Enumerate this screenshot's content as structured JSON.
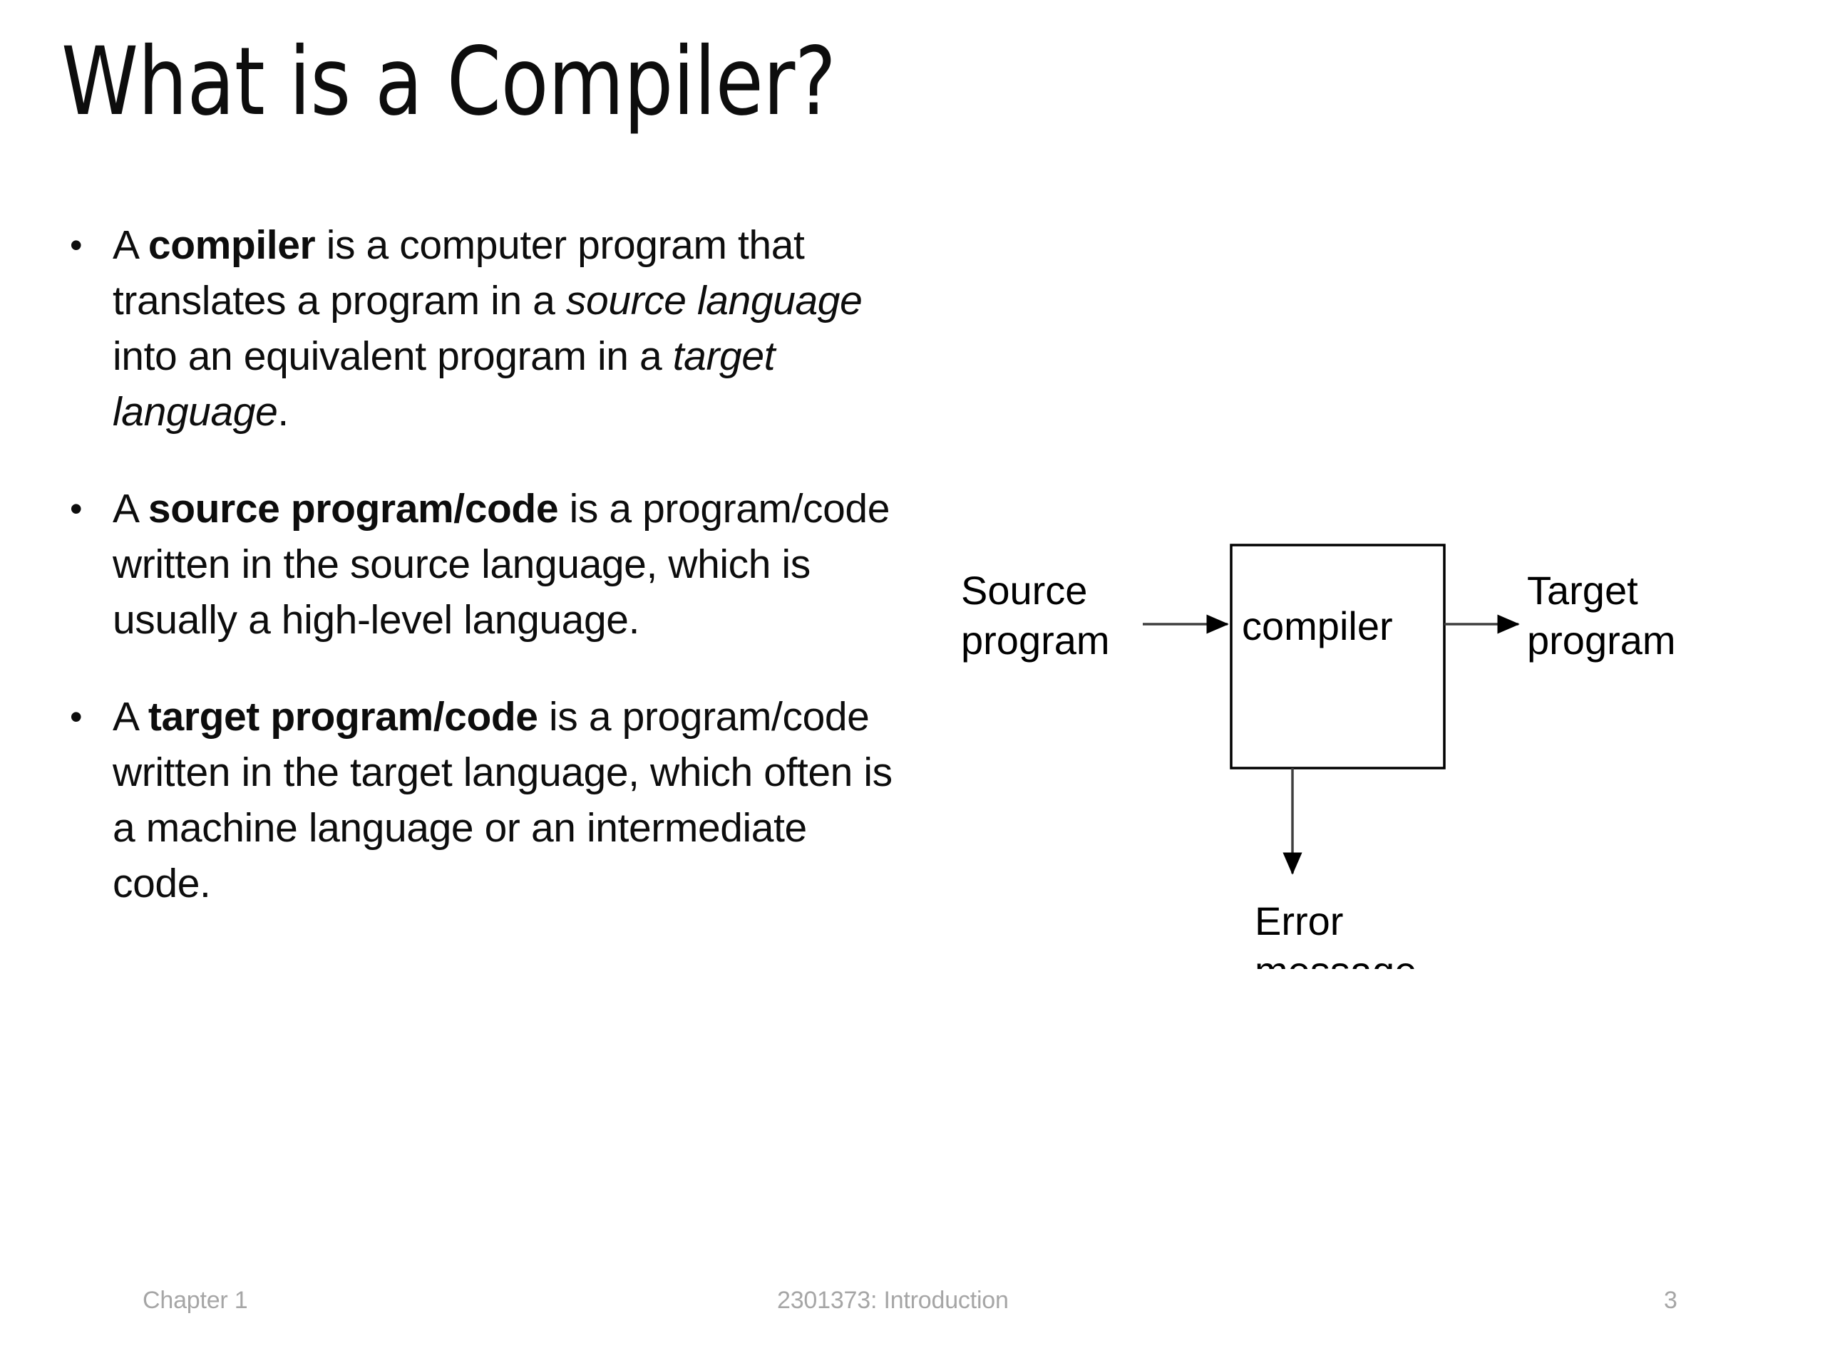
{
  "slide": {
    "title": "What is a Compiler?",
    "background_color": "#ffffff",
    "text_color": "#0d0d0d"
  },
  "bullets": [
    {
      "marker": "•",
      "segments": [
        {
          "text": "A ",
          "style": "normal"
        },
        {
          "text": "compiler",
          "style": "bold"
        },
        {
          "text": " is a computer program that translates a program in a ",
          "style": "normal"
        },
        {
          "text": "source language",
          "style": "italic"
        },
        {
          "text": " into an equivalent program in a ",
          "style": "normal"
        },
        {
          "text": "target language",
          "style": "italic"
        },
        {
          "text": ".",
          "style": "normal"
        }
      ],
      "plain": "A compiler is a computer program that translates a program in a source language into an equivalent program in a target language."
    },
    {
      "marker": "•",
      "segments": [
        {
          "text": "A ",
          "style": "normal"
        },
        {
          "text": "source program/code",
          "style": "bold"
        },
        {
          "text": " is a program/code written in the source language, which is usually a high-level language.",
          "style": "normal"
        }
      ],
      "plain": "A source program/code is a program/code written in the source language, which is usually a high-level language."
    },
    {
      "marker": "•",
      "segments": [
        {
          "text": "A ",
          "style": "normal"
        },
        {
          "text": "target program/code",
          "style": "bold"
        },
        {
          "text": " is a program/code written in the target language, which often is a machine language or an intermediate code.",
          "style": "normal"
        }
      ],
      "plain": "A target program/code is a program/code written in the target language, which often is a machine language or an intermediate code."
    }
  ],
  "diagram": {
    "type": "flow",
    "box": {
      "label": "compiler",
      "stroke_color": "#000000"
    },
    "inputs": [
      {
        "name": "source-program",
        "line1": "Source",
        "line2": "program"
      }
    ],
    "outputs": [
      {
        "name": "target-program",
        "line1": "Target",
        "line2": "program"
      },
      {
        "name": "error-message",
        "line1": "Error",
        "line2": "message"
      }
    ],
    "arrow_color": "#3f3f3f",
    "arrowhead_color": "#000000"
  },
  "footer": {
    "left": "Chapter 1",
    "center": "2301373: Introduction",
    "page": "3",
    "color": "#a6a6a6"
  }
}
